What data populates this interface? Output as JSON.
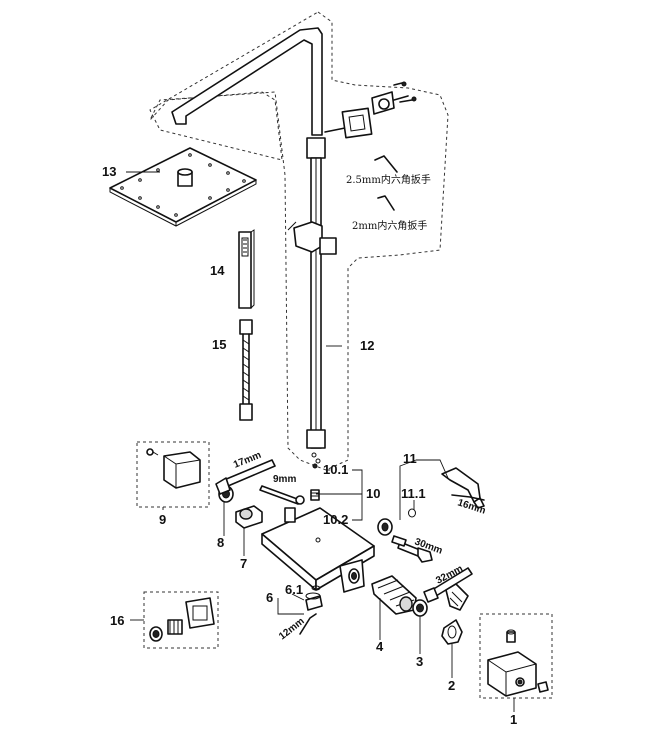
{
  "diagram": {
    "callouts": {
      "p1": "1",
      "p2": "2",
      "p3": "3",
      "p4": "4",
      "p6": "6",
      "p6_1": "6.1",
      "p7": "7",
      "p8": "8",
      "p9": "9",
      "p10": "10",
      "p10_1": "10.1",
      "p10_2": "10.2",
      "p11": "11",
      "p11_1": "11.1",
      "p12": "12",
      "p13": "13",
      "p14": "14",
      "p15": "15",
      "p16": "16"
    },
    "tools": {
      "wrench_17": "17mm",
      "wrench_9": "9mm",
      "hex_16": "16mm",
      "wrench_30": "30mm",
      "wrench_32": "32mm",
      "hex_12": "12mm",
      "hex_key_25": "2.5mm内六角扳手",
      "hex_key_2": "2mm内六角扳手"
    }
  }
}
